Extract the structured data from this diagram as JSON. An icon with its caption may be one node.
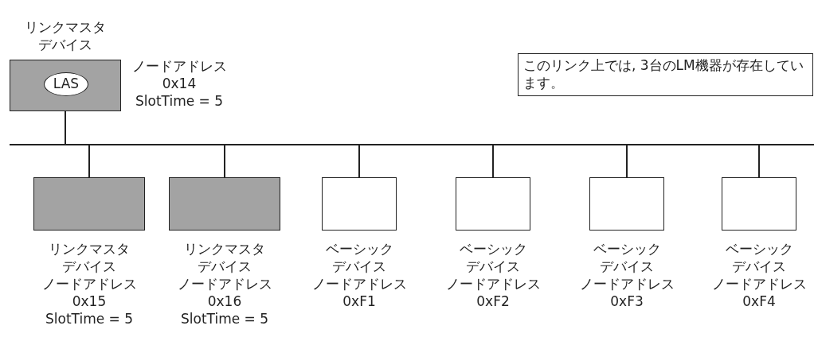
{
  "diagram": {
    "nodes": [
      {
        "text": [
          "リンクマスタデバイス"
        ],
        "beside": [
          "ノードアドレス",
          "0x14",
          "SlotTime = 5"
        ]
      },
      {
        "text": [
          "LAS"
        ],
        "in": 0
      },
      {
        "text": [
          "このリンク上では, 3台のLM機器が存在しています。"
        ]
      },
      {
        "text": [],
        "shape": "bar"
      },
      {
        "text": [
          "リンクマスタデバイス"
        ],
        "beside": [
          "ノードアドレス",
          "0x15",
          "SlotTime = 5"
        ]
      },
      {
        "text": [
          "リンクマスタデバイス"
        ],
        "beside": [
          "ノードアドレス",
          "0x16",
          "SlotTime = 5"
        ]
      },
      {
        "text": [
          "ベーシックデバイス"
        ],
        "beside": [
          "ノードアドレス",
          "0xF1"
        ]
      },
      {
        "text": [
          "ベーシックデバイス"
        ],
        "beside": [
          "ノードアドレス",
          "0xF2"
        ]
      },
      {
        "text": [
          "ベーシックデバイス"
        ],
        "beside": [
          "ノードアドレス",
          "0xF3"
        ]
      },
      {
        "text": [
          "ベーシックデバイス"
        ],
        "beside": [
          "ノードアドレス",
          "0xF4"
        ]
      }
    ],
    "edges": [
      {
        "from": 0,
        "to": 3,
        "arrow": "none"
      },
      {
        "from": 4,
        "to": 3,
        "arrow": "none"
      },
      {
        "from": 5,
        "to": 3,
        "arrow": "none"
      },
      {
        "from": 6,
        "to": 3,
        "arrow": "none"
      },
      {
        "from": 7,
        "to": 3,
        "arrow": "none"
      },
      {
        "from": 8,
        "to": 3,
        "arrow": "none"
      },
      {
        "from": 9,
        "to": 3,
        "arrow": "none"
      }
    ]
  }
}
